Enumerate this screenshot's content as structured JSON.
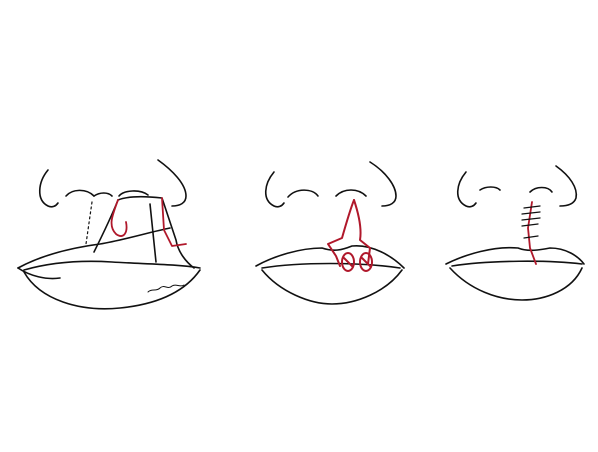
{
  "figure": {
    "panel_count": 3,
    "colors": {
      "background": "#ffffff",
      "outline": "#111111",
      "incision": "#b0182b",
      "suture": "#b0182b"
    },
    "panels": [
      {
        "subject": "lips-and-nose",
        "stage": "flap-elevation"
      },
      {
        "subject": "lips-and-nose",
        "stage": "flap-design"
      },
      {
        "subject": "lips-and-nose",
        "stage": "closure-with-sutures"
      }
    ]
  }
}
